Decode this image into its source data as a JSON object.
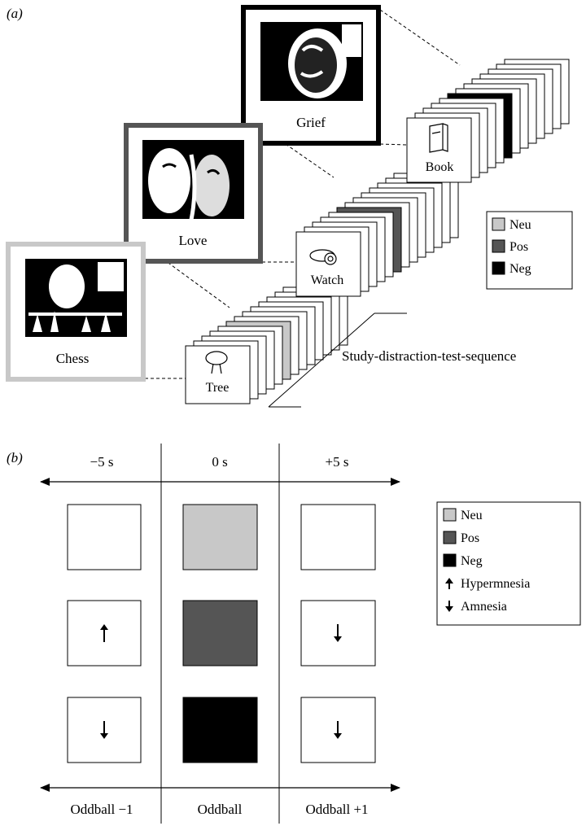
{
  "panel_a": {
    "label": "(a)",
    "frames": {
      "grief": "Grief",
      "love": "Love",
      "chess": "Chess"
    },
    "cards": {
      "book": "Book",
      "watch": "Watch",
      "tree": "Tree"
    },
    "sequence_label": "Study-distraction-test-sequence",
    "legend": [
      {
        "label": "Neu",
        "color": "#c8c8c8"
      },
      {
        "label": "Pos",
        "color": "#555555"
      },
      {
        "label": "Neg",
        "color": "#000000"
      }
    ],
    "frame_colors": {
      "chess": "#c8c8c8",
      "love": "#555555",
      "grief": "#000000"
    }
  },
  "panel_b": {
    "label": "(b)",
    "top_columns": [
      "−5 s",
      "0 s",
      "+5 s"
    ],
    "bottom_columns": [
      "Oddball −1",
      "Oddball",
      "Oddball +1"
    ],
    "rows": [
      {
        "before": "",
        "oddball_color": "#c8c8c8",
        "after": ""
      },
      {
        "before": "up",
        "oddball_color": "#555555",
        "after": "down"
      },
      {
        "before": "down",
        "oddball_color": "#000000",
        "after": "down"
      }
    ],
    "legend": [
      {
        "label": "Neu",
        "kind": "swatch",
        "color": "#c8c8c8"
      },
      {
        "label": "Pos",
        "kind": "swatch",
        "color": "#555555"
      },
      {
        "label": "Neg",
        "kind": "swatch",
        "color": "#000000"
      },
      {
        "label": "Hypermnesia",
        "kind": "arrow-up"
      },
      {
        "label": "Amnesia",
        "kind": "arrow-down"
      }
    ]
  }
}
